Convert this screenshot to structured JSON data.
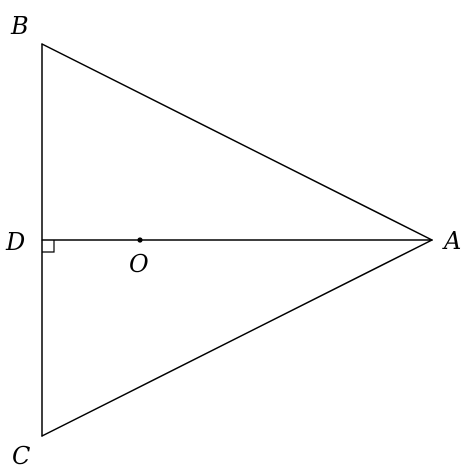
{
  "diagram": {
    "points": {
      "A": {
        "label": "A"
      },
      "B": {
        "label": "B"
      },
      "C": {
        "label": "C"
      },
      "D": {
        "label": "D"
      },
      "O": {
        "label": "O"
      }
    },
    "segments": [
      "AB",
      "AC",
      "BC",
      "AD"
    ],
    "right_angle_at": "D",
    "marked_point": "O",
    "colors": {
      "stroke": "#000000",
      "background": "#ffffff"
    }
  }
}
